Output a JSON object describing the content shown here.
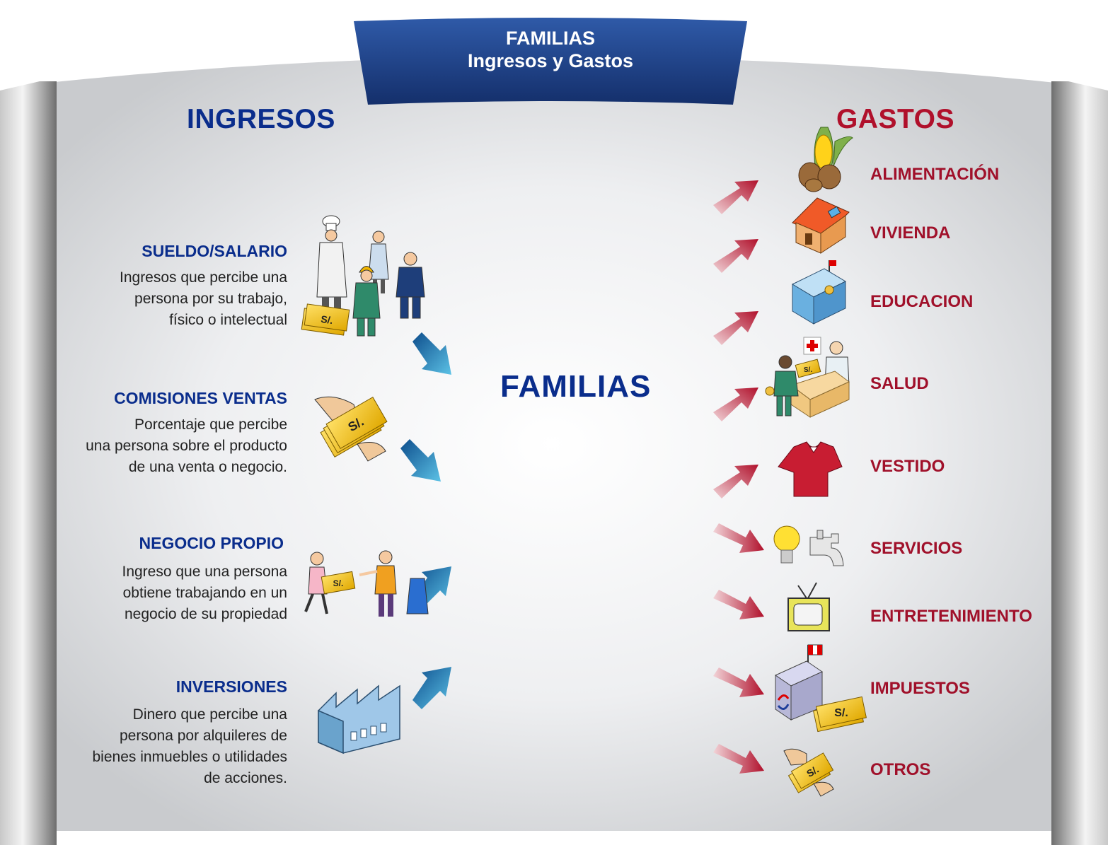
{
  "header": {
    "line1": "FAMILIAS",
    "line2": "Ingresos y Gastos"
  },
  "ingresos_heading": "INGRESOS",
  "gastos_heading": "GASTOS",
  "center_label": "FAMILIAS",
  "income_items": [
    {
      "title": "SUELDO/SALARIO",
      "desc": "Ingresos que percibe una\npersona por su trabajo,\nfísico o intelectual",
      "icon": "workers-icon"
    },
    {
      "title": "COMISIONES VENTAS",
      "desc": "Porcentaje que percibe\nuna persona sobre el producto\nde una venta o negocio.",
      "icon": "hand-money-icon"
    },
    {
      "title": "NEGOCIO PROPIO",
      "desc": "Ingreso que una persona\nobtiene trabajando en un\nnegocio de su propiedad",
      "icon": "shop-trade-icon"
    },
    {
      "title": "INVERSIONES",
      "desc": "Dinero que percibe una\npersona por alquileres de\nbienes inmuebles o utilidades\nde acciones.",
      "icon": "factory-icon"
    }
  ],
  "expense_items": [
    {
      "label": "ALIMENTACIÓN",
      "icon": "food-icon"
    },
    {
      "label": "VIVIENDA",
      "icon": "house-icon"
    },
    {
      "label": "EDUCACION",
      "icon": "school-icon"
    },
    {
      "label": "SALUD",
      "icon": "health-icon"
    },
    {
      "label": "VESTIDO",
      "icon": "shirt-icon"
    },
    {
      "label": "SERVICIOS",
      "icon": "bulb-faucet-icon"
    },
    {
      "label": "ENTRETENIMIENTO",
      "icon": "tv-icon"
    },
    {
      "label": "IMPUESTOS",
      "icon": "tax-office-icon"
    },
    {
      "label": "OTROS",
      "icon": "hand-money-icon"
    }
  ],
  "currency_symbol": "S/.",
  "colors": {
    "income": "#0a2d8c",
    "expense": "#a0102a",
    "header_bg": "#1c3f8a"
  }
}
